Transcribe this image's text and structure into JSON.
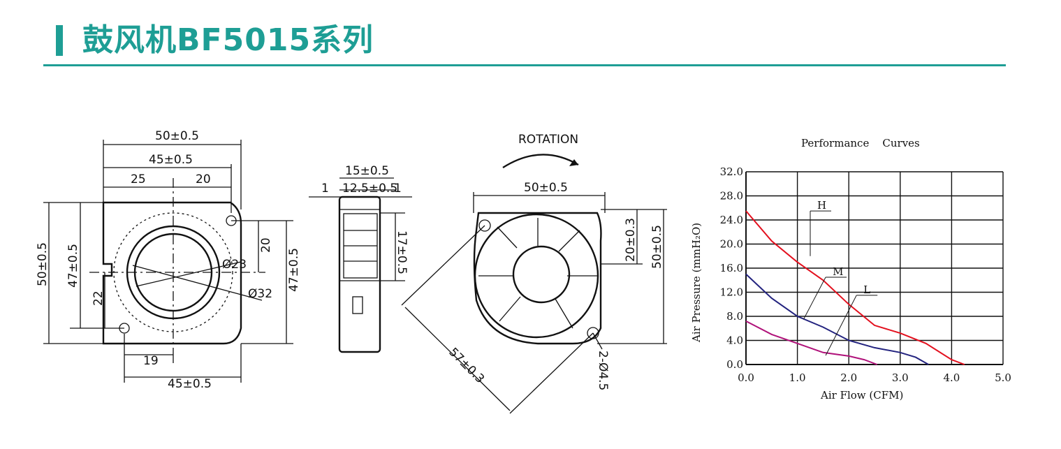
{
  "header": {
    "title": "鼓风机BF5015系列",
    "accent_color": "#1e9e95"
  },
  "front_view": {
    "dims": {
      "w50": "50±0.5",
      "w45": "45±0.5",
      "w25": "25",
      "w20": "20",
      "h50": "50±0.5",
      "h47": "47±0.5",
      "h22": "22",
      "r20": "20",
      "r47": "47±0.5",
      "d23": "Ø23",
      "d32": "Ø32",
      "b19": "19",
      "b45": "45±0.5"
    }
  },
  "side_view": {
    "dims": {
      "w15": "15±0.5",
      "w12": "12.5±0.5",
      "one_l": "1",
      "one_r": "1",
      "h17": "17±0.5"
    }
  },
  "rotation_view": {
    "rotation_label": "ROTATION",
    "dims": {
      "w50": "50±0.5",
      "h20": "20±0.3",
      "h50": "50±0.5",
      "diag57": "57±0.3",
      "holes": "2-Ø4.5"
    }
  },
  "chart_data": {
    "type": "line",
    "title": "Performance    Curves",
    "xlabel": "Air Flow (CFM)",
    "ylabel": "Air Pressure (mmH₂O)",
    "xlim": [
      0,
      5
    ],
    "ylim": [
      0,
      32
    ],
    "x_ticks": [
      "0.0",
      "1.0",
      "2.0",
      "3.0",
      "4.0",
      "5.0"
    ],
    "y_ticks": [
      "0.0",
      "4.0",
      "8.0",
      "12.0",
      "16.0",
      "20.0",
      "24.0",
      "28.0",
      "32.0"
    ],
    "grid": true,
    "series": [
      {
        "name": "H",
        "color": "#e3101e",
        "points": [
          [
            0,
            25.5
          ],
          [
            0.5,
            20.5
          ],
          [
            1.0,
            17.0
          ],
          [
            1.5,
            14.0
          ],
          [
            2.0,
            10.0
          ],
          [
            2.5,
            6.5
          ],
          [
            3.0,
            5.2
          ],
          [
            3.5,
            3.5
          ],
          [
            4.0,
            0.8
          ],
          [
            4.25,
            0
          ]
        ]
      },
      {
        "name": "M",
        "color": "#23237f",
        "points": [
          [
            0,
            15.0
          ],
          [
            0.5,
            11.0
          ],
          [
            1.0,
            8.0
          ],
          [
            1.5,
            6.2
          ],
          [
            2.0,
            4.0
          ],
          [
            2.5,
            2.8
          ],
          [
            3.0,
            2.0
          ],
          [
            3.3,
            1.2
          ],
          [
            3.55,
            0
          ]
        ]
      },
      {
        "name": "L",
        "color": "#b0127a",
        "points": [
          [
            0,
            7.2
          ],
          [
            0.5,
            5.0
          ],
          [
            1.0,
            3.5
          ],
          [
            1.5,
            2.0
          ],
          [
            2.0,
            1.4
          ],
          [
            2.3,
            0.8
          ],
          [
            2.55,
            0
          ]
        ]
      }
    ]
  }
}
